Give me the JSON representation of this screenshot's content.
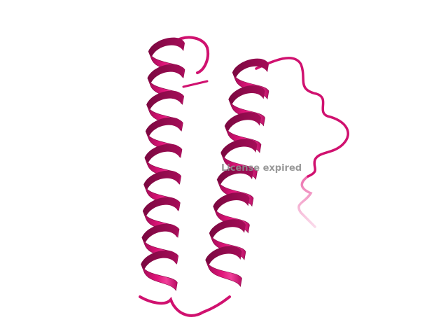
{
  "viewer": {
    "background_color": "#ffffff",
    "watermark_text": "License expired"
  },
  "structure": {
    "representation": "cartoon",
    "color": "#e0157a",
    "elements": [
      {
        "kind": "helix",
        "name": "helix-left"
      },
      {
        "kind": "helix",
        "name": "helix-right"
      },
      {
        "kind": "loop",
        "name": "loop-top-left"
      },
      {
        "kind": "loop",
        "name": "loop-bottom-connector"
      },
      {
        "kind": "loop",
        "name": "loop-c-terminal-tail"
      }
    ]
  }
}
